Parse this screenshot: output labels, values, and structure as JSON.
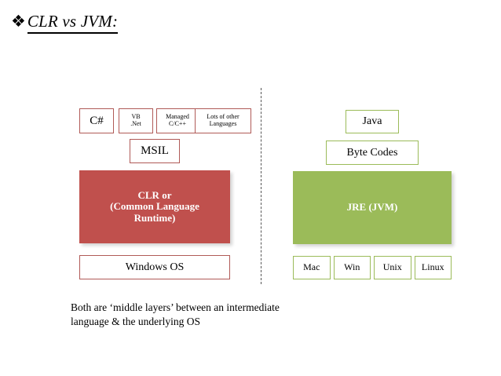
{
  "slide": {
    "bullet_glyph": "❖",
    "title": "CLR vs JVM:",
    "caption_line1": "Both are ‘middle layers’ between an intermediate",
    "caption_line2": "language & the underlying OS"
  },
  "colors": {
    "clr_fill": "#C0504D",
    "jre_fill": "#9BBB59",
    "red_border": "#B05A57",
    "green_border": "#9BBB59",
    "divider": "#555555",
    "text": "#000000",
    "fill_text": "#FFFFFF",
    "background": "#FFFFFF"
  },
  "dotnet_stack": {
    "languages": [
      {
        "id": "csharp",
        "label": "C#"
      },
      {
        "id": "vbnet",
        "label": "VB\n.Net"
      },
      {
        "id": "managed",
        "label": "Managed\nC/C++"
      },
      {
        "id": "lots",
        "label": "Lots of  other\nLanguages"
      }
    ],
    "intermediate": {
      "id": "msil",
      "label": "MSIL"
    },
    "runtime": {
      "id": "clr",
      "label": "CLR or\n(Common Language\nRuntime)"
    },
    "os": {
      "id": "windows-os",
      "label": "Windows OS"
    }
  },
  "java_stack": {
    "language": {
      "id": "java",
      "label": "Java"
    },
    "intermediate": {
      "id": "bytecodes",
      "label": "Byte Codes"
    },
    "runtime": {
      "id": "jre",
      "label": "JRE (JVM)"
    },
    "os_list": [
      {
        "id": "mac",
        "label": "Mac"
      },
      {
        "id": "win",
        "label": "Win"
      },
      {
        "id": "unix",
        "label": "Unix"
      },
      {
        "id": "linux",
        "label": "Linux"
      }
    ]
  }
}
